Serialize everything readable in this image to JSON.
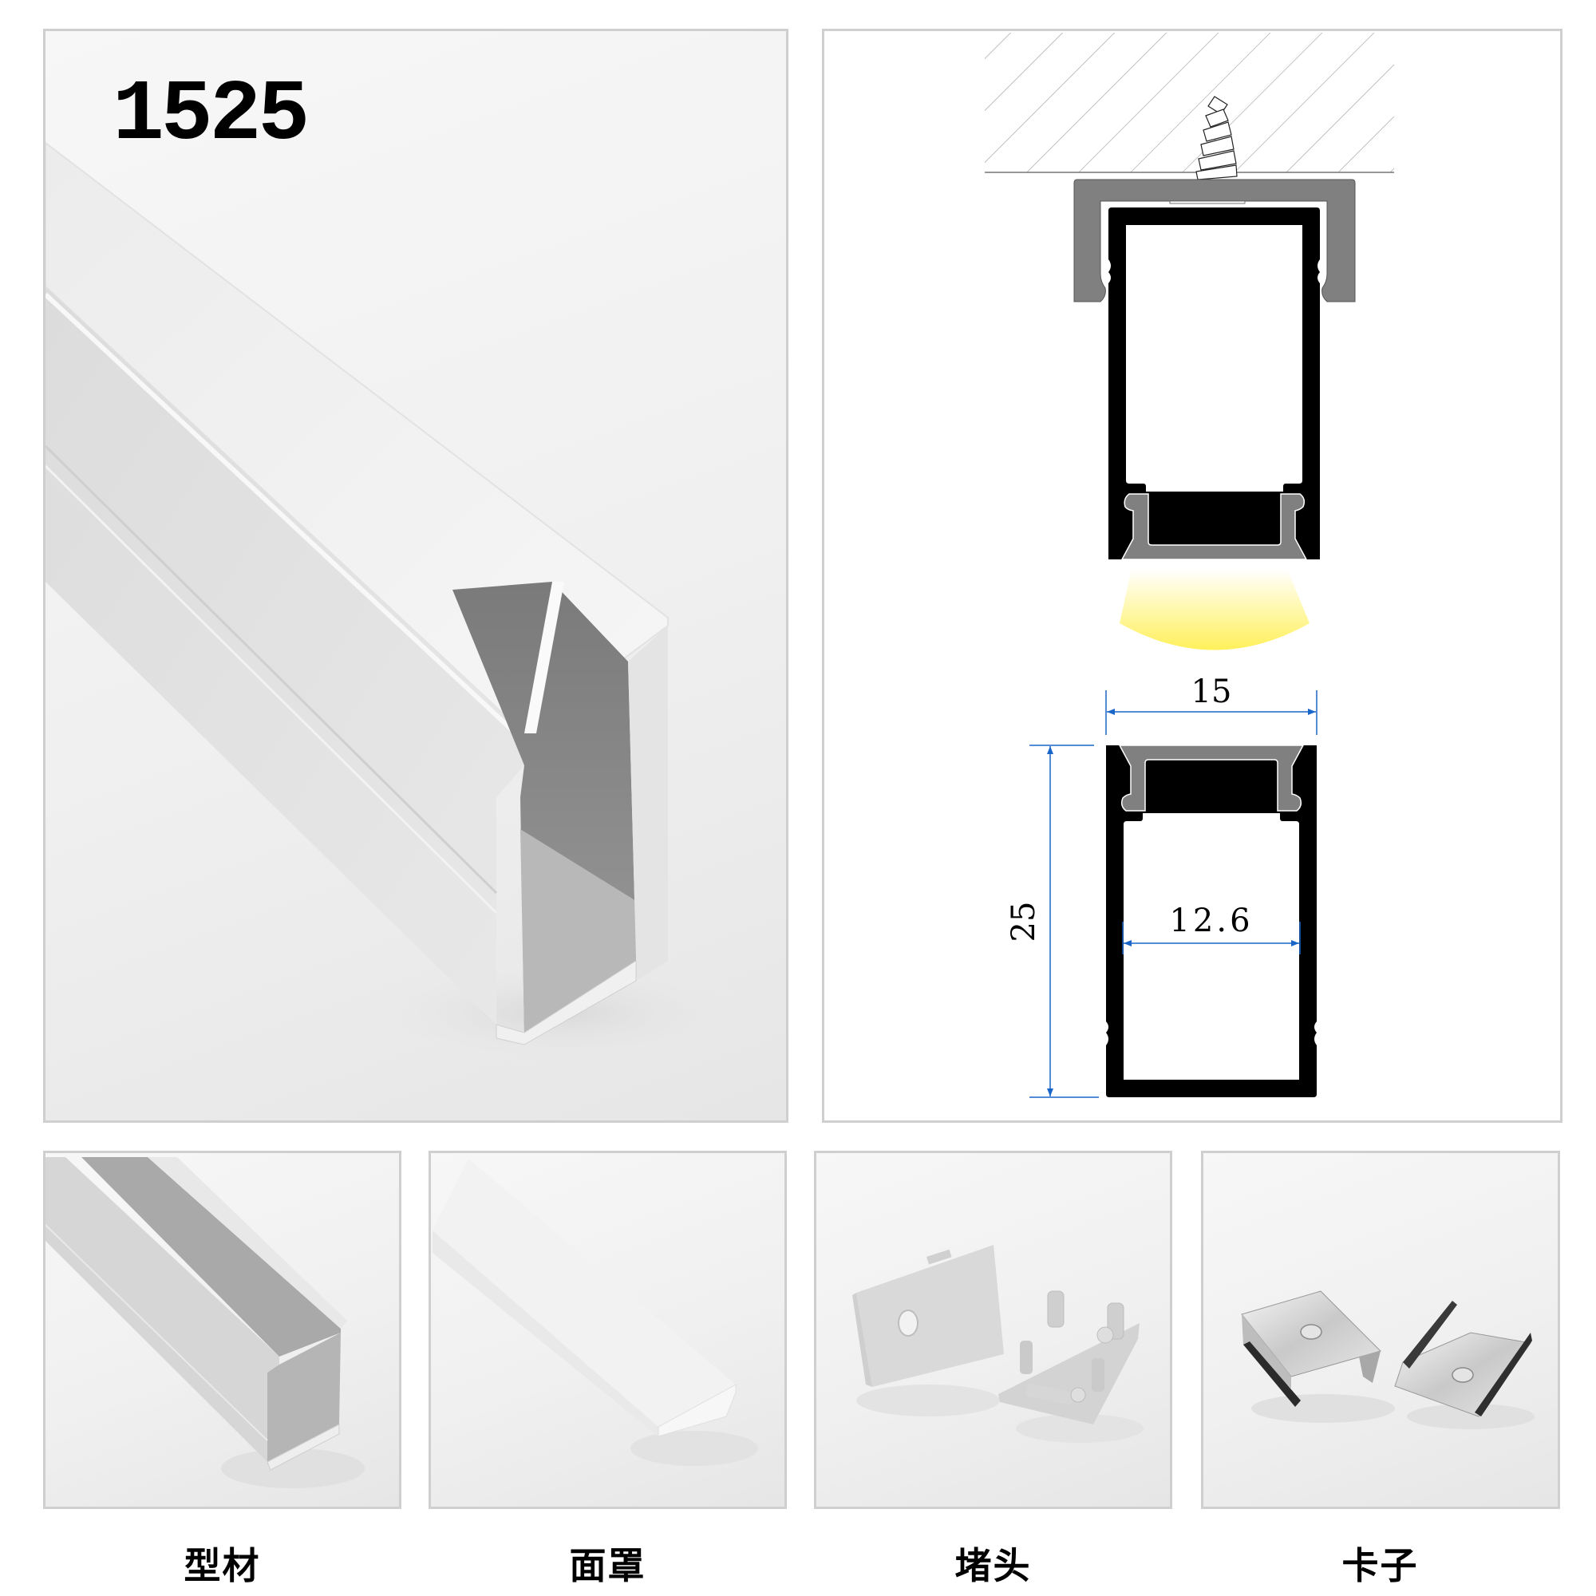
{
  "product": {
    "model": "1525",
    "main_photo_alt": "aluminium U-channel LED profile with opal diffuser"
  },
  "diagram": {
    "installation_view": {
      "ceiling": "hatched-ceiling",
      "fastener": "screw",
      "mount": "mounting-clip",
      "light_color": "#fff27a"
    },
    "dimensions": {
      "width_label": "15",
      "height_label": "25",
      "inner_width_label": "12.6",
      "units": "mm"
    },
    "colors": {
      "profile": "#000000",
      "diffuser": "#808080",
      "clip": "#808080",
      "dimension_line": "#1a66c8",
      "hatch": "#9a9a9a"
    }
  },
  "components": [
    {
      "id": "profile",
      "label": "型材"
    },
    {
      "id": "diffuser",
      "label": "面罩"
    },
    {
      "id": "end-cap",
      "label": "堵头"
    },
    {
      "id": "clip",
      "label": "卡子"
    }
  ]
}
